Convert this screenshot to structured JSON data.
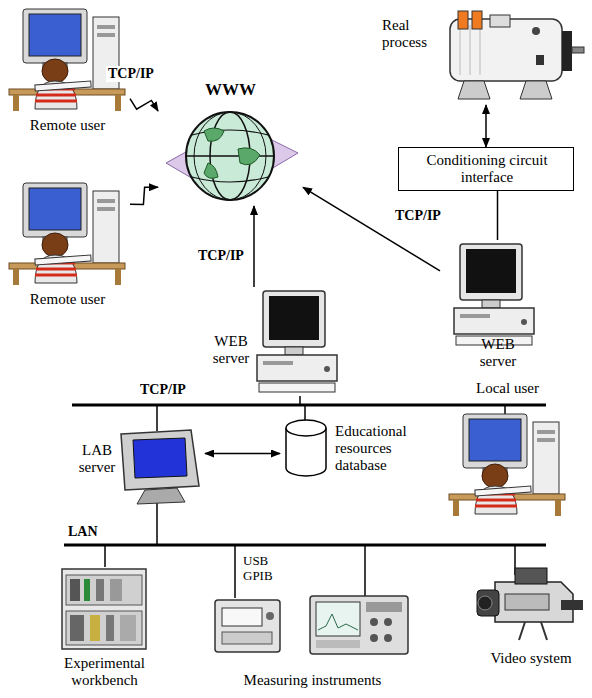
{
  "diagram": {
    "nodes": [
      {
        "text": [
          "Remote user"
        ]
      },
      {
        "text": [
          "Remote user"
        ]
      },
      {
        "text": [
          "WWW"
        ]
      },
      {
        "text": [
          "Real process"
        ]
      },
      {
        "text": [
          "Conditioning circuit interface"
        ]
      },
      {
        "text": [
          "WEB server"
        ]
      },
      {
        "text": [
          "WEB server"
        ]
      },
      {
        "text": [
          "Local user"
        ]
      },
      {
        "text": [
          "LAB server"
        ]
      },
      {
        "text": [
          "Educational resources database"
        ]
      },
      {
        "text": [
          "Experimental workbench"
        ]
      },
      {
        "text": [
          "Measuring instruments"
        ]
      },
      {
        "text": [
          "Video system"
        ]
      }
    ],
    "edges": [
      {
        "from": 0,
        "to": 2,
        "label": "TCP/IP",
        "arrow": "to"
      },
      {
        "from": 1,
        "to": 2,
        "arrow": "to"
      },
      {
        "from": 5,
        "to": 2,
        "label": "TCP/IP",
        "arrow": "to"
      },
      {
        "from": 6,
        "to": 2,
        "label": "TCP/IP",
        "arrow": "to"
      },
      {
        "from": 3,
        "to": 4,
        "arrow": "both"
      },
      {
        "from": 4,
        "to": 6,
        "arrow": "none"
      },
      {
        "from": 8,
        "to": 9,
        "arrow": "both"
      }
    ],
    "labels": [
      "TCP/IP",
      "LAN",
      "USB GPIB"
    ]
  }
}
